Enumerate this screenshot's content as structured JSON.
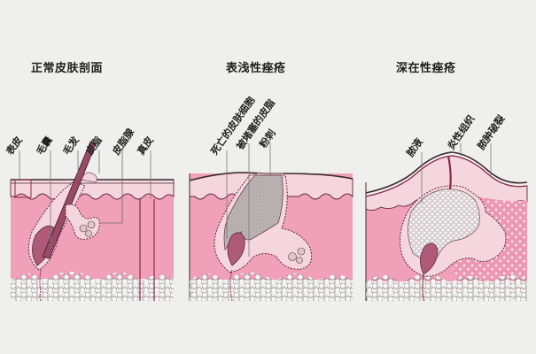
{
  "colors": {
    "background": "#efefed",
    "dermis": "#f0a0b8",
    "epidermis": "#f6d6de",
    "outline": "#5a2a38",
    "follicle_dark": "#8a3a58",
    "sebum_gray": "#b8b0b0",
    "fat": "#f4f4f2",
    "pus": "#f2eeee"
  },
  "panels": [
    {
      "id": "normal-skin",
      "title": "正常皮肤剖面",
      "labels": [
        {
          "text": "表皮"
        },
        {
          "text": "毛囊"
        },
        {
          "text": "毛发"
        },
        {
          "text": "皮脂"
        },
        {
          "text": "皮脂腺"
        },
        {
          "text": "真皮"
        }
      ]
    },
    {
      "id": "superficial-acne",
      "title": "表浅性痤疮",
      "labels": [
        {
          "text": "死亡的皮肤细胞"
        },
        {
          "text": "被堵塞的皮脂"
        },
        {
          "text": "粉刺"
        }
      ]
    },
    {
      "id": "deep-acne",
      "title": "深在性痤疮",
      "labels": [
        {
          "text": "脓液"
        },
        {
          "text": "炎性组织"
        },
        {
          "text": "脓肿破裂"
        }
      ]
    }
  ]
}
